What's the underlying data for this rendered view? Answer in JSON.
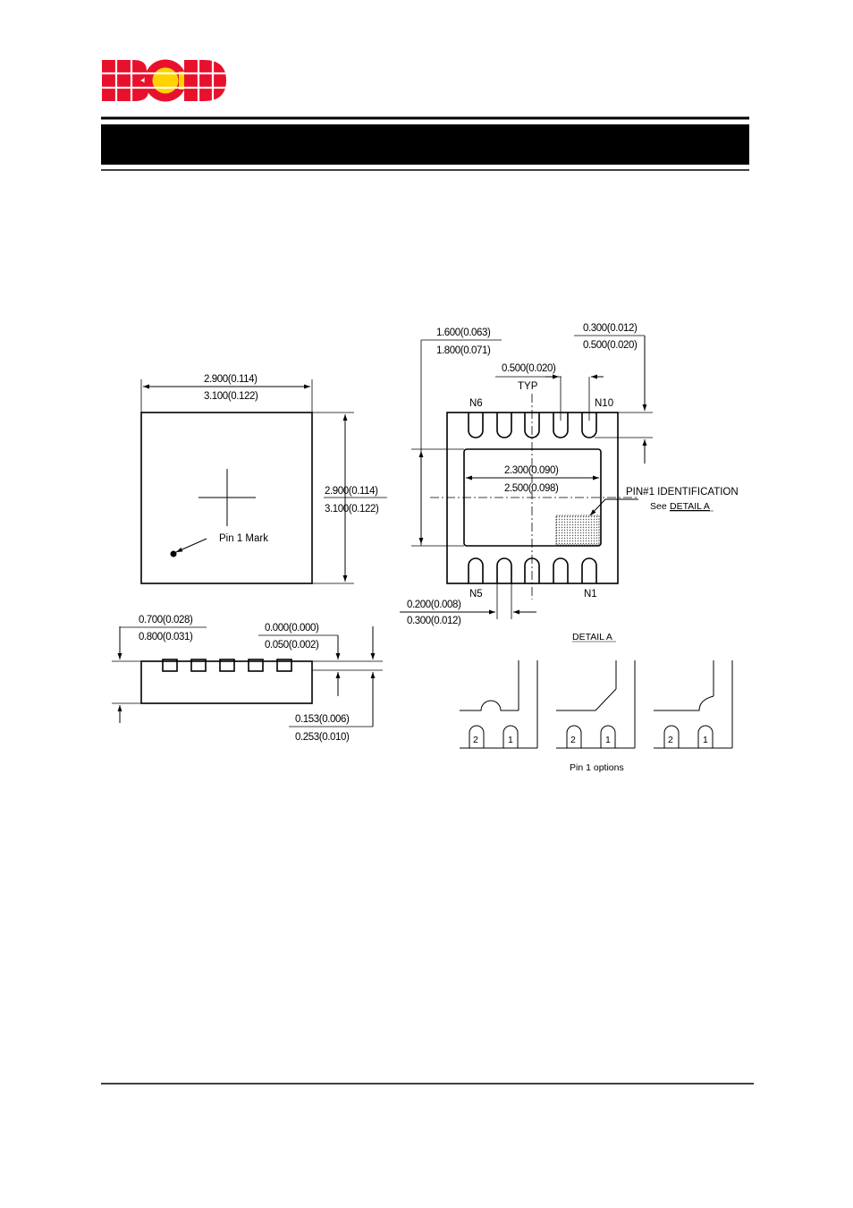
{
  "logo": {
    "text": "BCD",
    "colors": {
      "red": "#e8112d",
      "yellow": "#ffd200"
    }
  },
  "header_bar": {
    "title": ""
  },
  "top_view": {
    "width_min": "2.900(0.114)",
    "width_max": "3.100(0.122)",
    "height_min": "2.900(0.114)",
    "height_max": "3.100(0.122)",
    "pin1_mark": "Pin 1 Mark"
  },
  "side_view": {
    "thickness_min": "0.700(0.028)",
    "thickness_max": "0.800(0.031)",
    "standoff_min": "0.000(0.000)",
    "standoff_max": "0.050(0.002)",
    "lead_thick_min": "0.153(0.006)",
    "lead_thick_max": "0.253(0.010)"
  },
  "bottom_view": {
    "pad_len_min": "1.600(0.063)",
    "pad_len_max": "1.800(0.071)",
    "lead_len_min": "0.300(0.012)",
    "lead_len_max": "0.500(0.020)",
    "pitch": "0.500(0.020)",
    "pitch_note": "TYP",
    "pad_width_min": "2.300(0.090)",
    "pad_width_max": "2.500(0.098)",
    "lead_width_min": "0.200(0.008)",
    "lead_width_max": "0.300(0.012)",
    "pin_n6": "N6",
    "pin_n10": "N10",
    "pin_n5": "N5",
    "pin_n1": "N1",
    "pin1_id": "PIN#1 IDENTIFICATION",
    "see": "See",
    "detail_ref": "DETAIL A"
  },
  "detail": {
    "title": "DETAIL A",
    "pin_2": "2",
    "pin_1": "1",
    "caption": "Pin 1 options"
  }
}
